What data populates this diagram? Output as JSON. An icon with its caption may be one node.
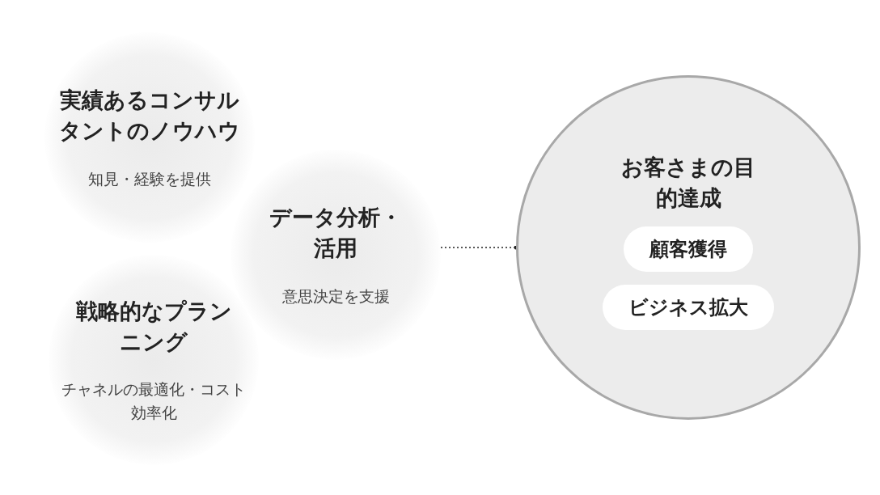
{
  "diagram": {
    "nodes": [
      {
        "text": [
          "実績あるコンサルタントのノウハウ",
          "知見・経験を提供"
        ]
      },
      {
        "text": [
          "データ分析・活用",
          "意思決定を支援"
        ]
      },
      {
        "text": [
          "戦略的なプランニング",
          "チャネルの最適化・コスト効率化"
        ]
      },
      {
        "text": [
          "お客さまの目的達成"
        ]
      },
      {
        "text": [
          "顧客獲得"
        ],
        "in": 3
      },
      {
        "text": [
          "ビジネス拡大"
        ],
        "in": 3
      }
    ],
    "edges": [
      {
        "from": 1,
        "to": 3,
        "arrow": "other",
        "style": "dashed"
      }
    ]
  }
}
